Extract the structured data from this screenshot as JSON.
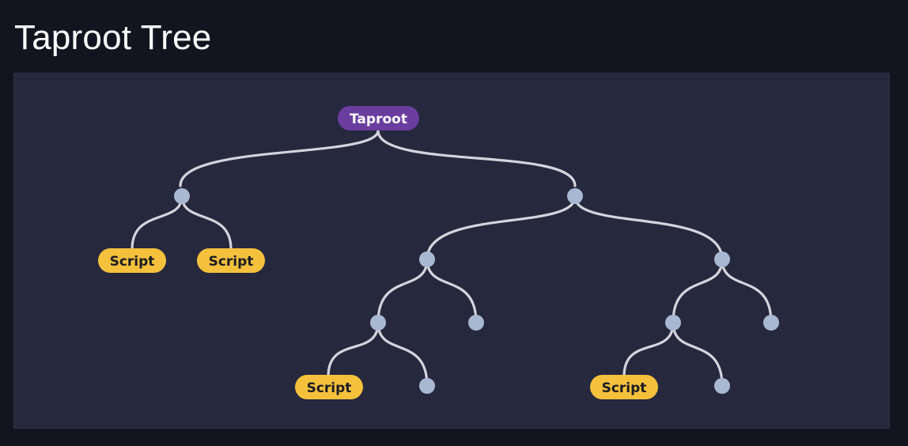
{
  "header": {
    "title": "Taproot Tree"
  },
  "tree": {
    "root_label": "Taproot",
    "leaf_label": "Script",
    "colors": {
      "background": "#121420",
      "panel": "#26283d",
      "root_pill": "#6a3d9f",
      "script_pill": "#f5c13d",
      "branch_node": "#a8b8d3",
      "edge": "#d4d5dc"
    },
    "structure": {
      "root": "Taproot",
      "children": [
        {
          "type": "branch",
          "children": [
            {
              "type": "script",
              "label": "Script"
            },
            {
              "type": "script",
              "label": "Script"
            }
          ]
        },
        {
          "type": "branch",
          "children": [
            {
              "type": "branch",
              "children": [
                {
                  "type": "branch",
                  "children": [
                    {
                      "type": "script",
                      "label": "Script"
                    },
                    {
                      "type": "leaf"
                    }
                  ]
                },
                {
                  "type": "leaf"
                }
              ]
            },
            {
              "type": "branch",
              "children": [
                {
                  "type": "branch",
                  "children": [
                    {
                      "type": "script",
                      "label": "Script"
                    },
                    {
                      "type": "leaf"
                    }
                  ]
                },
                {
                  "type": "leaf"
                }
              ]
            }
          ]
        }
      ]
    }
  }
}
